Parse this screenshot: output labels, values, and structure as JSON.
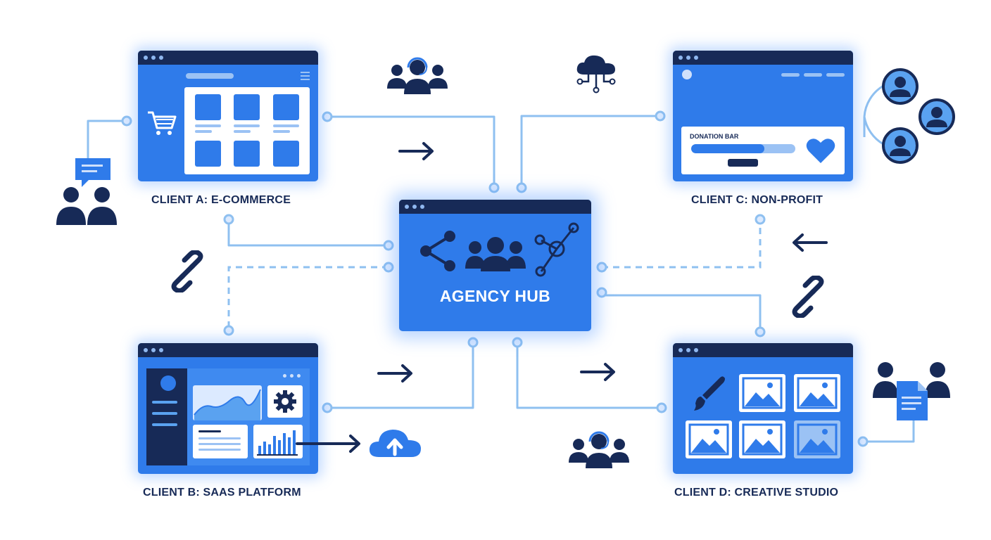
{
  "hub": {
    "title": "AGENCY HUB"
  },
  "clients": [
    {
      "id": "a",
      "label": "CLIENT A: E-COMMERCE"
    },
    {
      "id": "b",
      "label": "CLIENT B: SAAS PLATFORM"
    },
    {
      "id": "c",
      "label": "CLIENT C: NON-PROFIT",
      "donation_label": "DONATION BAR",
      "donation_progress": 0.7
    },
    {
      "id": "d",
      "label": "CLIENT D: CREATIVE STUDIO"
    }
  ],
  "colors": {
    "primary_blue": "#2f7bea",
    "navy": "#172a57",
    "connector": "#8fc0f0",
    "light_blue": "#9bc2f4"
  },
  "icons": [
    "shopping-cart-icon",
    "chat-bubble-icon",
    "users-icon",
    "support-agent-group-icon",
    "cloud-network-icon",
    "user-circle-icon",
    "heart-icon",
    "share-icon",
    "team-icon",
    "network-nodes-icon",
    "link-icon",
    "gear-icon",
    "cloud-upload-icon",
    "paintbrush-icon",
    "image-icon",
    "document-icon",
    "arrow-right-icon",
    "arrow-left-icon"
  ]
}
